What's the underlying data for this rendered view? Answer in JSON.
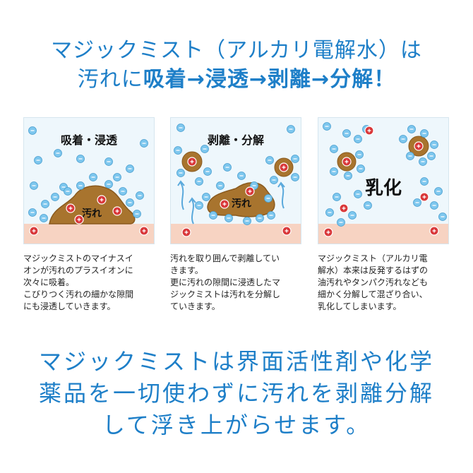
{
  "headline": {
    "line1": "マジックミスト（アルカリ電解水）は",
    "line2_prefix": "汚れに",
    "line2_bold": "吸着→浸透→剥離→分解！"
  },
  "panels": [
    {
      "title": "吸着・浸透",
      "label": "汚れ",
      "desc": [
        "マジックミストのマイナスイ",
        "オンが汚れのプラスイオンに",
        "次々に吸着。",
        "こびりつく汚れの細かな隙間",
        "にも浸透していきます。"
      ]
    },
    {
      "title": "剥離・分解",
      "label": "汚れ",
      "desc": [
        "汚れを取り囲んで剥離してい",
        "きます。",
        "更に汚れの隙間に浸透したマ",
        "ジックミストは汚れを分解し",
        "ていきます。"
      ]
    },
    {
      "title": "乳化",
      "desc": [
        "マジックミスト（アルカリ電",
        "解水）本来は反発するはずの",
        "油汚れやタンパク汚れなども",
        "細かく分解して混ざり合い、",
        "乳化してしまいます。"
      ]
    }
  ],
  "footer": {
    "lines": [
      "マジックミストは界面活性剤や化学",
      "薬品を一切使わずに汚れを剥離分解",
      "して浮き上がらせます。"
    ]
  },
  "colors": {
    "accent": "#1e7fc8",
    "dirt": "#a8742e",
    "minus_ion": "#7ec7ee",
    "plus_ion": "#d9383a",
    "surface": "#f7d3c2"
  }
}
